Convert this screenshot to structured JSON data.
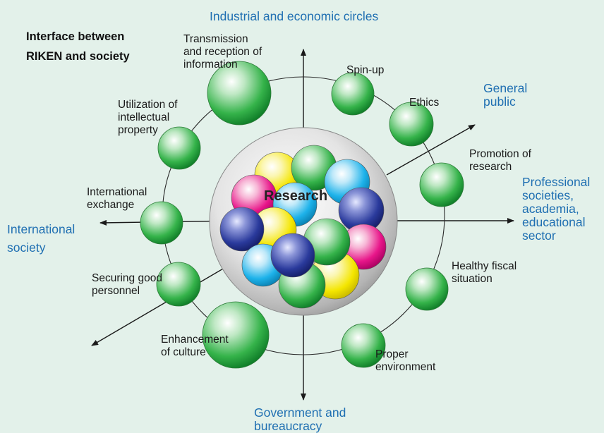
{
  "title": [
    "Interface between",
    "RIKEN and society"
  ],
  "center_label": "Research",
  "sectors": {
    "industrial": [
      "Industrial and economic circles"
    ],
    "general_public": [
      "General",
      "public"
    ],
    "professional": [
      "Professional",
      "societies,",
      "academia,",
      "educational",
      "sector"
    ],
    "government": [
      "Government and",
      "bureaucracy"
    ],
    "international": [
      "International",
      "society"
    ]
  },
  "interfaces": {
    "transmission": [
      "Transmission",
      "and reception of",
      "information"
    ],
    "spin_up": [
      "Spin-up"
    ],
    "ethics": [
      "Ethics"
    ],
    "promotion": [
      "Promotion of",
      "research"
    ],
    "healthy_fiscal": [
      "Healthy fiscal",
      "situation"
    ],
    "proper_environment": [
      "Proper",
      "environment"
    ],
    "enhancement_culture": [
      "Enhancement",
      "of culture"
    ],
    "securing_personnel": [
      "Securing good",
      "personnel"
    ],
    "international_exchange": [
      "International",
      "exchange"
    ],
    "intellectual_property": [
      "Utilization of",
      "intellectual",
      "property"
    ]
  },
  "colors": {
    "background": "#e3f1ea",
    "sector_text": "#1f6fb2",
    "sphere_green": "#1fa63a",
    "sphere_yellow": "#f2e400",
    "sphere_magenta": "#e5007e",
    "sphere_cyan": "#00a9e5",
    "sphere_navy": "#1e2c8c",
    "core_gray": "#9c9c9c"
  }
}
